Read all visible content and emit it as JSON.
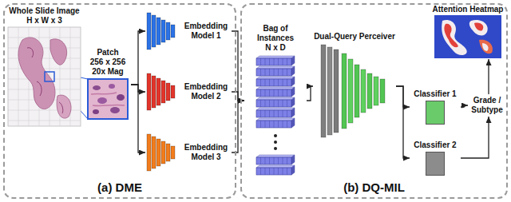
{
  "diagram": {
    "nodes": [
      {
        "text": [
          "(a) DME"
        ]
      },
      {
        "text": [
          "(b) DQ-MIL"
        ]
      },
      {
        "text": [
          "Whole Slide Image",
          "H x W x 3"
        ],
        "in": 0
      },
      {
        "text": [
          "Patch",
          "256 x 256",
          "20x Mag"
        ],
        "in": 0
      },
      {
        "text": [
          "Embedding Model 1"
        ],
        "in": 0
      },
      {
        "text": [
          "Embedding Model 2"
        ],
        "in": 0
      },
      {
        "text": [
          "Embedding Model 3"
        ],
        "in": 0
      },
      {
        "text": [
          "Bag of Instances",
          "N x D"
        ],
        "in": 1
      },
      {
        "text": [
          "Dual-Query Perceiver"
        ],
        "in": 1
      },
      {
        "text": [
          "Classifier 1"
        ],
        "in": 1
      },
      {
        "text": [
          "Classifier 2"
        ],
        "in": 1
      },
      {
        "text": [
          "Grade / Subtype"
        ],
        "in": 1
      },
      {
        "text": [
          "Attention Heatmap"
        ],
        "in": 1
      }
    ],
    "edges": [
      {
        "from": 3,
        "to": 4,
        "arrow": "to"
      },
      {
        "from": 3,
        "to": 5,
        "arrow": "to"
      },
      {
        "from": 3,
        "to": 6,
        "arrow": "to"
      },
      {
        "from": 4,
        "to": 7,
        "arrow": "to"
      },
      {
        "from": 5,
        "to": 7,
        "arrow": "to"
      },
      {
        "from": 6,
        "to": 7,
        "arrow": "to"
      },
      {
        "from": 7,
        "to": 8,
        "arrow": "to"
      },
      {
        "from": 8,
        "to": 9,
        "arrow": "to"
      },
      {
        "from": 8,
        "to": 10,
        "arrow": "to"
      },
      {
        "from": 9,
        "to": 11,
        "arrow": "to"
      },
      {
        "from": 10,
        "to": 11,
        "arrow": "to"
      },
      {
        "from": 11,
        "to": 12,
        "arrow": "to"
      }
    ]
  }
}
